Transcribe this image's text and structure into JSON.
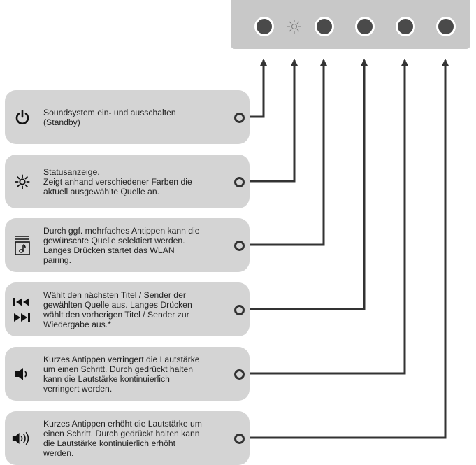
{
  "colors": {
    "panel": "#c8c8c8",
    "button": "#4a4a4a",
    "card": "#d4d4d4",
    "line": "#333333",
    "text": "#222222"
  },
  "device_panel": {
    "controls": [
      "power-button",
      "status-led-icon",
      "source-button",
      "track-button",
      "volume-down-button",
      "volume-up-button"
    ]
  },
  "callouts": [
    {
      "icon": "power-icon",
      "text": "Soundsystem ein- und ausschalten\n(Standby)"
    },
    {
      "icon": "sun-status-icon",
      "text": "Statusanzeige.\nZeigt anhand verschiedener Farben die\naktuell ausgewählte Quelle an."
    },
    {
      "icon": "music-source-icon",
      "text": "Durch ggf. mehrfaches Antippen kann die\ngewünschte Quelle selektiert werden.\nLanges Drücken startet das WLAN\npairing."
    },
    {
      "icon": "skip-track-icon",
      "text": "Wählt den nächsten Titel / Sender der\ngewählten Quelle aus. Langes Drücken\nwählt den vorherigen Titel / Sender zur\nWiedergabe aus.*"
    },
    {
      "icon": "volume-down-icon",
      "text": "Kurzes Antippen verringert die Lautstärke\num einen Schritt. Durch gedrückt halten\nkann die Lautstärke kontinuierlich\nverringert werden."
    },
    {
      "icon": "volume-up-icon",
      "text": "Kurzes Antippen erhöht die Lautstärke um\neinen Schritt. Durch gedrückt halten kann\ndie Lautstärke kontinuierlich erhöht\nwerden."
    }
  ]
}
